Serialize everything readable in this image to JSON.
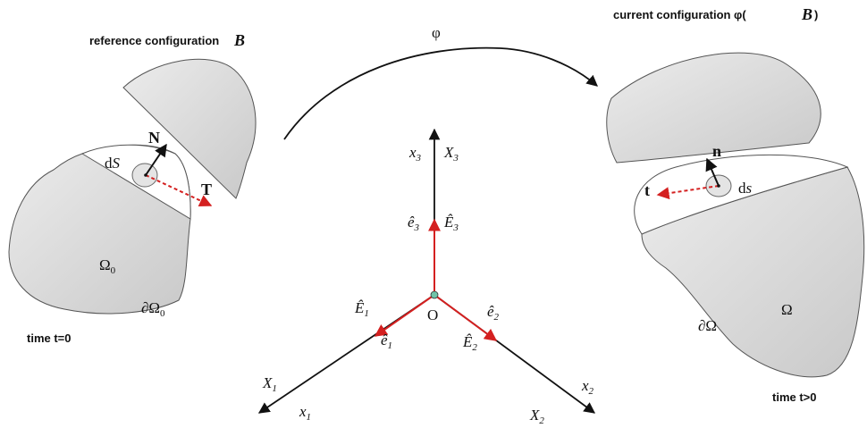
{
  "left": {
    "title": "reference configuration",
    "title_symbol": "B",
    "normal_label": "N",
    "traction_label": "T",
    "area_label_prefix": "d",
    "area_label_var": "S",
    "domain_label": "Ω",
    "domain_sub": "0",
    "boundary_label": "∂Ω",
    "boundary_sub": "0",
    "time_label": "time t=0"
  },
  "center": {
    "map_label": "φ",
    "origin_label": "O",
    "axis3_lower": "x",
    "axis3_lower_sub": "3",
    "axis3_upper": "X",
    "axis3_upper_sub": "3",
    "axis1_upper": "X",
    "axis1_upper_sub": "1",
    "axis1_lower": "x",
    "axis1_lower_sub": "1",
    "axis2_lower": "x",
    "axis2_lower_sub": "2",
    "axis2_upper": "X",
    "axis2_upper_sub": "2",
    "e3_small": "ê",
    "e3_small_sub": "3",
    "e3_big": "Ê",
    "e3_big_sub": "3",
    "e1_big": "Ê",
    "e1_big_sub": "1",
    "e1_small": "ê",
    "e1_small_sub": "1",
    "e2_small": "ê",
    "e2_small_sub": "2",
    "e2_big": "Ê",
    "e2_big_sub": "2"
  },
  "right": {
    "title": "current configuration φ(",
    "title_symbol": "B",
    "title_close": ")",
    "normal_label": "n",
    "traction_label": "t",
    "area_label_prefix": "d",
    "area_label_var": "s",
    "domain_label": "Ω",
    "boundary_label": "∂Ω",
    "time_label": "time t>0"
  },
  "colors": {
    "body_fill": "#d6d6d6",
    "outline": "#555555",
    "vector_red": "#d42020",
    "axis_black": "#111111",
    "origin_dot": "#6fc3a8"
  }
}
